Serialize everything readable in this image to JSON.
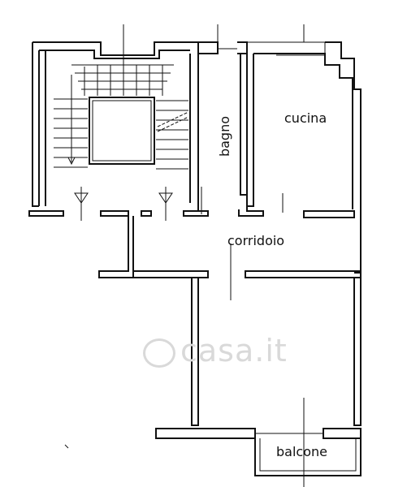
{
  "rooms": {
    "cucina": "cucina",
    "bagno": "bagno",
    "corridoio": "corridoio",
    "balcone": "balcone"
  },
  "watermark": {
    "text": "casa.it"
  },
  "colors": {
    "wall": "#111111",
    "watermark": "#d9d9d9"
  }
}
